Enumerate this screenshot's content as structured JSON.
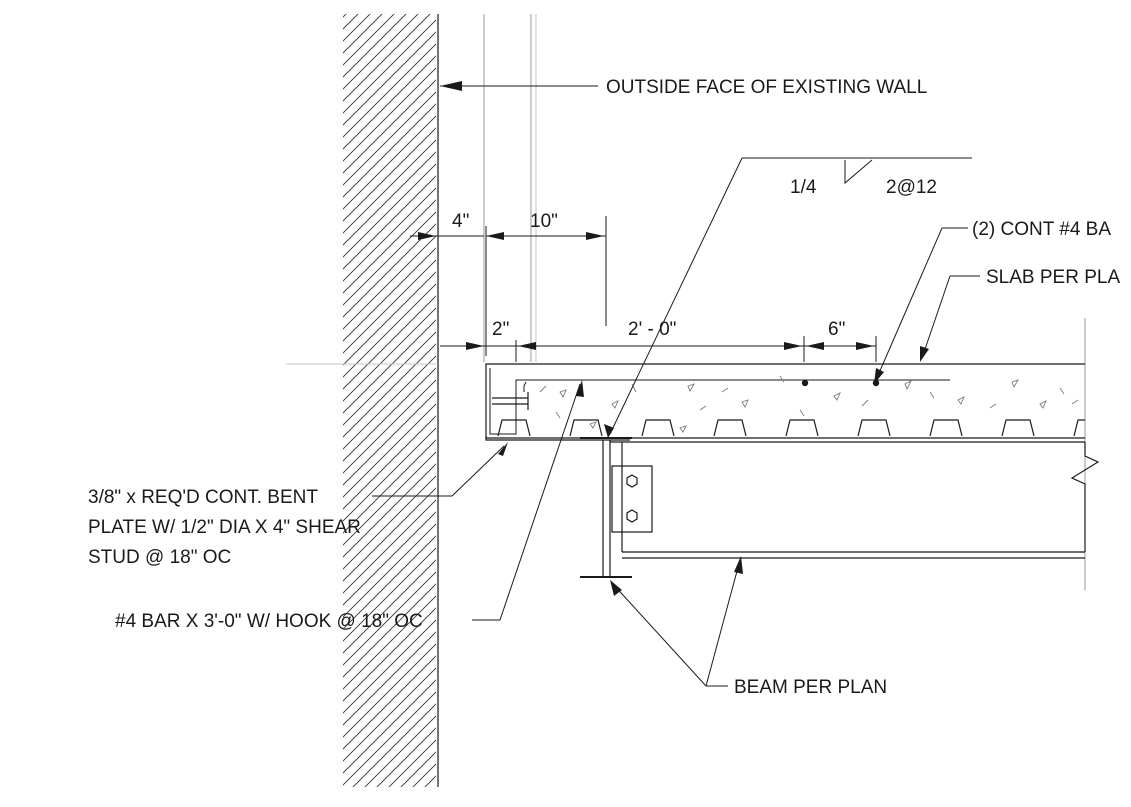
{
  "detail": {
    "labels": {
      "wall_face": "OUTSIDE FACE OF EXISTING WALL",
      "weld_size": "1/4",
      "weld_spacing": "2@12",
      "cont_bars": "(2) CONT #4 BA",
      "slab": "SLAB PER PLA",
      "bent_plate_line1": "3/8\" x REQ'D CONT. BENT",
      "bent_plate_line2": "PLATE W/ 1/2\" DIA X 4\" SHEAR",
      "bent_plate_line3": "STUD @ 18\" OC",
      "hook_bar": "#4 BAR X 3'-0\" W/ HOOK @ 18\" OC",
      "beam": "BEAM PER PLAN"
    },
    "dimensions": {
      "d4": "4\"",
      "d10": "10\"",
      "d2": "2\"",
      "d24": "2' - 0\"",
      "d6": "6\""
    }
  }
}
